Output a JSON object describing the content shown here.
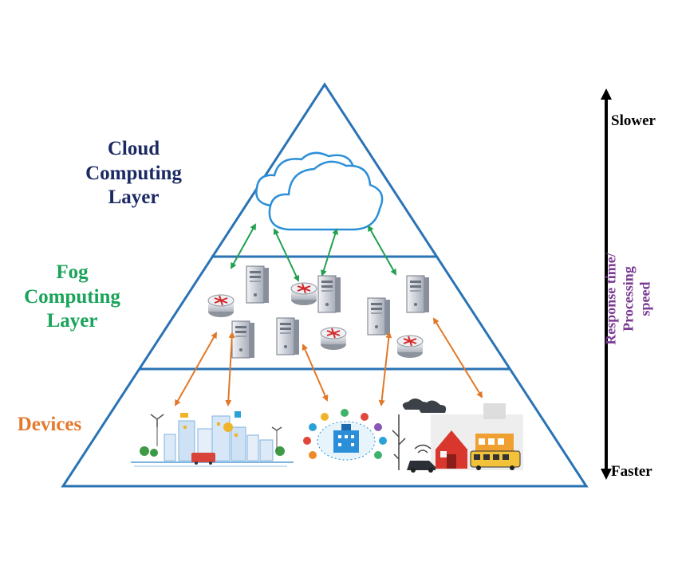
{
  "layers": {
    "cloud": "Cloud Computing Layer",
    "fog": "Fog Computing Layer",
    "devices": "Devices"
  },
  "axis": {
    "top": "Slower",
    "bottom": "Faster",
    "label_line1": "Response time/",
    "label_line2": "Processing",
    "label_line3": "speed"
  },
  "colors": {
    "triangle": "#2a73b5",
    "cloud_label": "#1c2a64",
    "fog_label": "#1aa35a",
    "devices_label": "#e27a2e",
    "axis_label": "#7a3a93",
    "green_arrow": "#20a050",
    "orange_arrow": "#e07828",
    "cloud_stroke": "#2a8fd8"
  }
}
